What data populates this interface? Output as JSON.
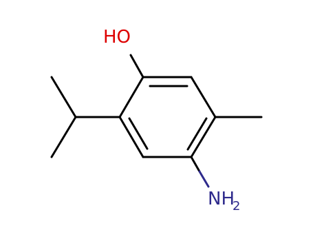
{
  "molecule": {
    "atoms": {
      "hydroxyl": {
        "text": "HO",
        "color": "#dd0000"
      },
      "amine": {
        "text": "NH",
        "subscript": "2",
        "color": "#2e2a8c"
      }
    },
    "bond_color": "#000000"
  }
}
